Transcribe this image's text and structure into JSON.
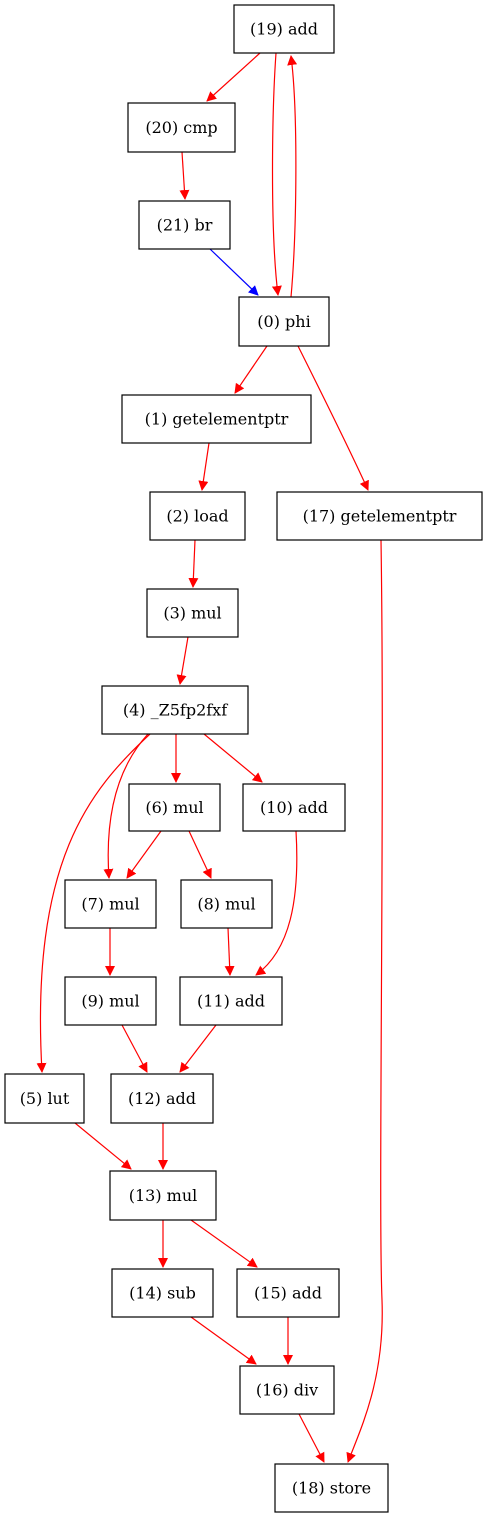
{
  "graph": {
    "nodes": [
      {
        "id": "n19",
        "label": "(19) add"
      },
      {
        "id": "n20",
        "label": "(20) cmp"
      },
      {
        "id": "n21",
        "label": "(21) br"
      },
      {
        "id": "n0",
        "label": "(0) phi"
      },
      {
        "id": "n1",
        "label": "(1) getelementptr"
      },
      {
        "id": "n2",
        "label": "(2) load"
      },
      {
        "id": "n17",
        "label": "(17) getelementptr"
      },
      {
        "id": "n3",
        "label": "(3) mul"
      },
      {
        "id": "n4",
        "label": "(4) _Z5fp2fxf"
      },
      {
        "id": "n6",
        "label": "(6) mul"
      },
      {
        "id": "n10",
        "label": "(10) add"
      },
      {
        "id": "n7",
        "label": "(7) mul"
      },
      {
        "id": "n8",
        "label": "(8) mul"
      },
      {
        "id": "n9",
        "label": "(9) mul"
      },
      {
        "id": "n11",
        "label": "(11) add"
      },
      {
        "id": "n5",
        "label": "(5) lut"
      },
      {
        "id": "n12",
        "label": "(12) add"
      },
      {
        "id": "n13",
        "label": "(13) mul"
      },
      {
        "id": "n14",
        "label": "(14) sub"
      },
      {
        "id": "n15",
        "label": "(15) add"
      },
      {
        "id": "n16",
        "label": "(16) div"
      },
      {
        "id": "n18",
        "label": "(18) store"
      }
    ],
    "edges": [
      {
        "from": "n19",
        "to": "n20",
        "color": "#ff0000"
      },
      {
        "from": "n19",
        "to": "n0",
        "color": "#ff0000"
      },
      {
        "from": "n0",
        "to": "n19",
        "color": "#ff0000"
      },
      {
        "from": "n20",
        "to": "n21",
        "color": "#ff0000"
      },
      {
        "from": "n21",
        "to": "n0",
        "color": "#0000ff"
      },
      {
        "from": "n0",
        "to": "n1",
        "color": "#ff0000"
      },
      {
        "from": "n0",
        "to": "n17",
        "color": "#ff0000"
      },
      {
        "from": "n1",
        "to": "n2",
        "color": "#ff0000"
      },
      {
        "from": "n2",
        "to": "n3",
        "color": "#ff0000"
      },
      {
        "from": "n3",
        "to": "n4",
        "color": "#ff0000"
      },
      {
        "from": "n4",
        "to": "n6",
        "color": "#ff0000"
      },
      {
        "from": "n4",
        "to": "n10",
        "color": "#ff0000"
      },
      {
        "from": "n4",
        "to": "n7",
        "color": "#ff0000"
      },
      {
        "from": "n4",
        "to": "n5",
        "color": "#ff0000"
      },
      {
        "from": "n6",
        "to": "n7",
        "color": "#ff0000"
      },
      {
        "from": "n6",
        "to": "n8",
        "color": "#ff0000"
      },
      {
        "from": "n10",
        "to": "n11",
        "color": "#ff0000"
      },
      {
        "from": "n7",
        "to": "n9",
        "color": "#ff0000"
      },
      {
        "from": "n8",
        "to": "n11",
        "color": "#ff0000"
      },
      {
        "from": "n9",
        "to": "n12",
        "color": "#ff0000"
      },
      {
        "from": "n11",
        "to": "n12",
        "color": "#ff0000"
      },
      {
        "from": "n5",
        "to": "n13",
        "color": "#ff0000"
      },
      {
        "from": "n12",
        "to": "n13",
        "color": "#ff0000"
      },
      {
        "from": "n13",
        "to": "n14",
        "color": "#ff0000"
      },
      {
        "from": "n13",
        "to": "n15",
        "color": "#ff0000"
      },
      {
        "from": "n14",
        "to": "n16",
        "color": "#ff0000"
      },
      {
        "from": "n15",
        "to": "n16",
        "color": "#ff0000"
      },
      {
        "from": "n16",
        "to": "n18",
        "color": "#ff0000"
      },
      {
        "from": "n17",
        "to": "n18",
        "color": "#ff0000"
      }
    ]
  }
}
